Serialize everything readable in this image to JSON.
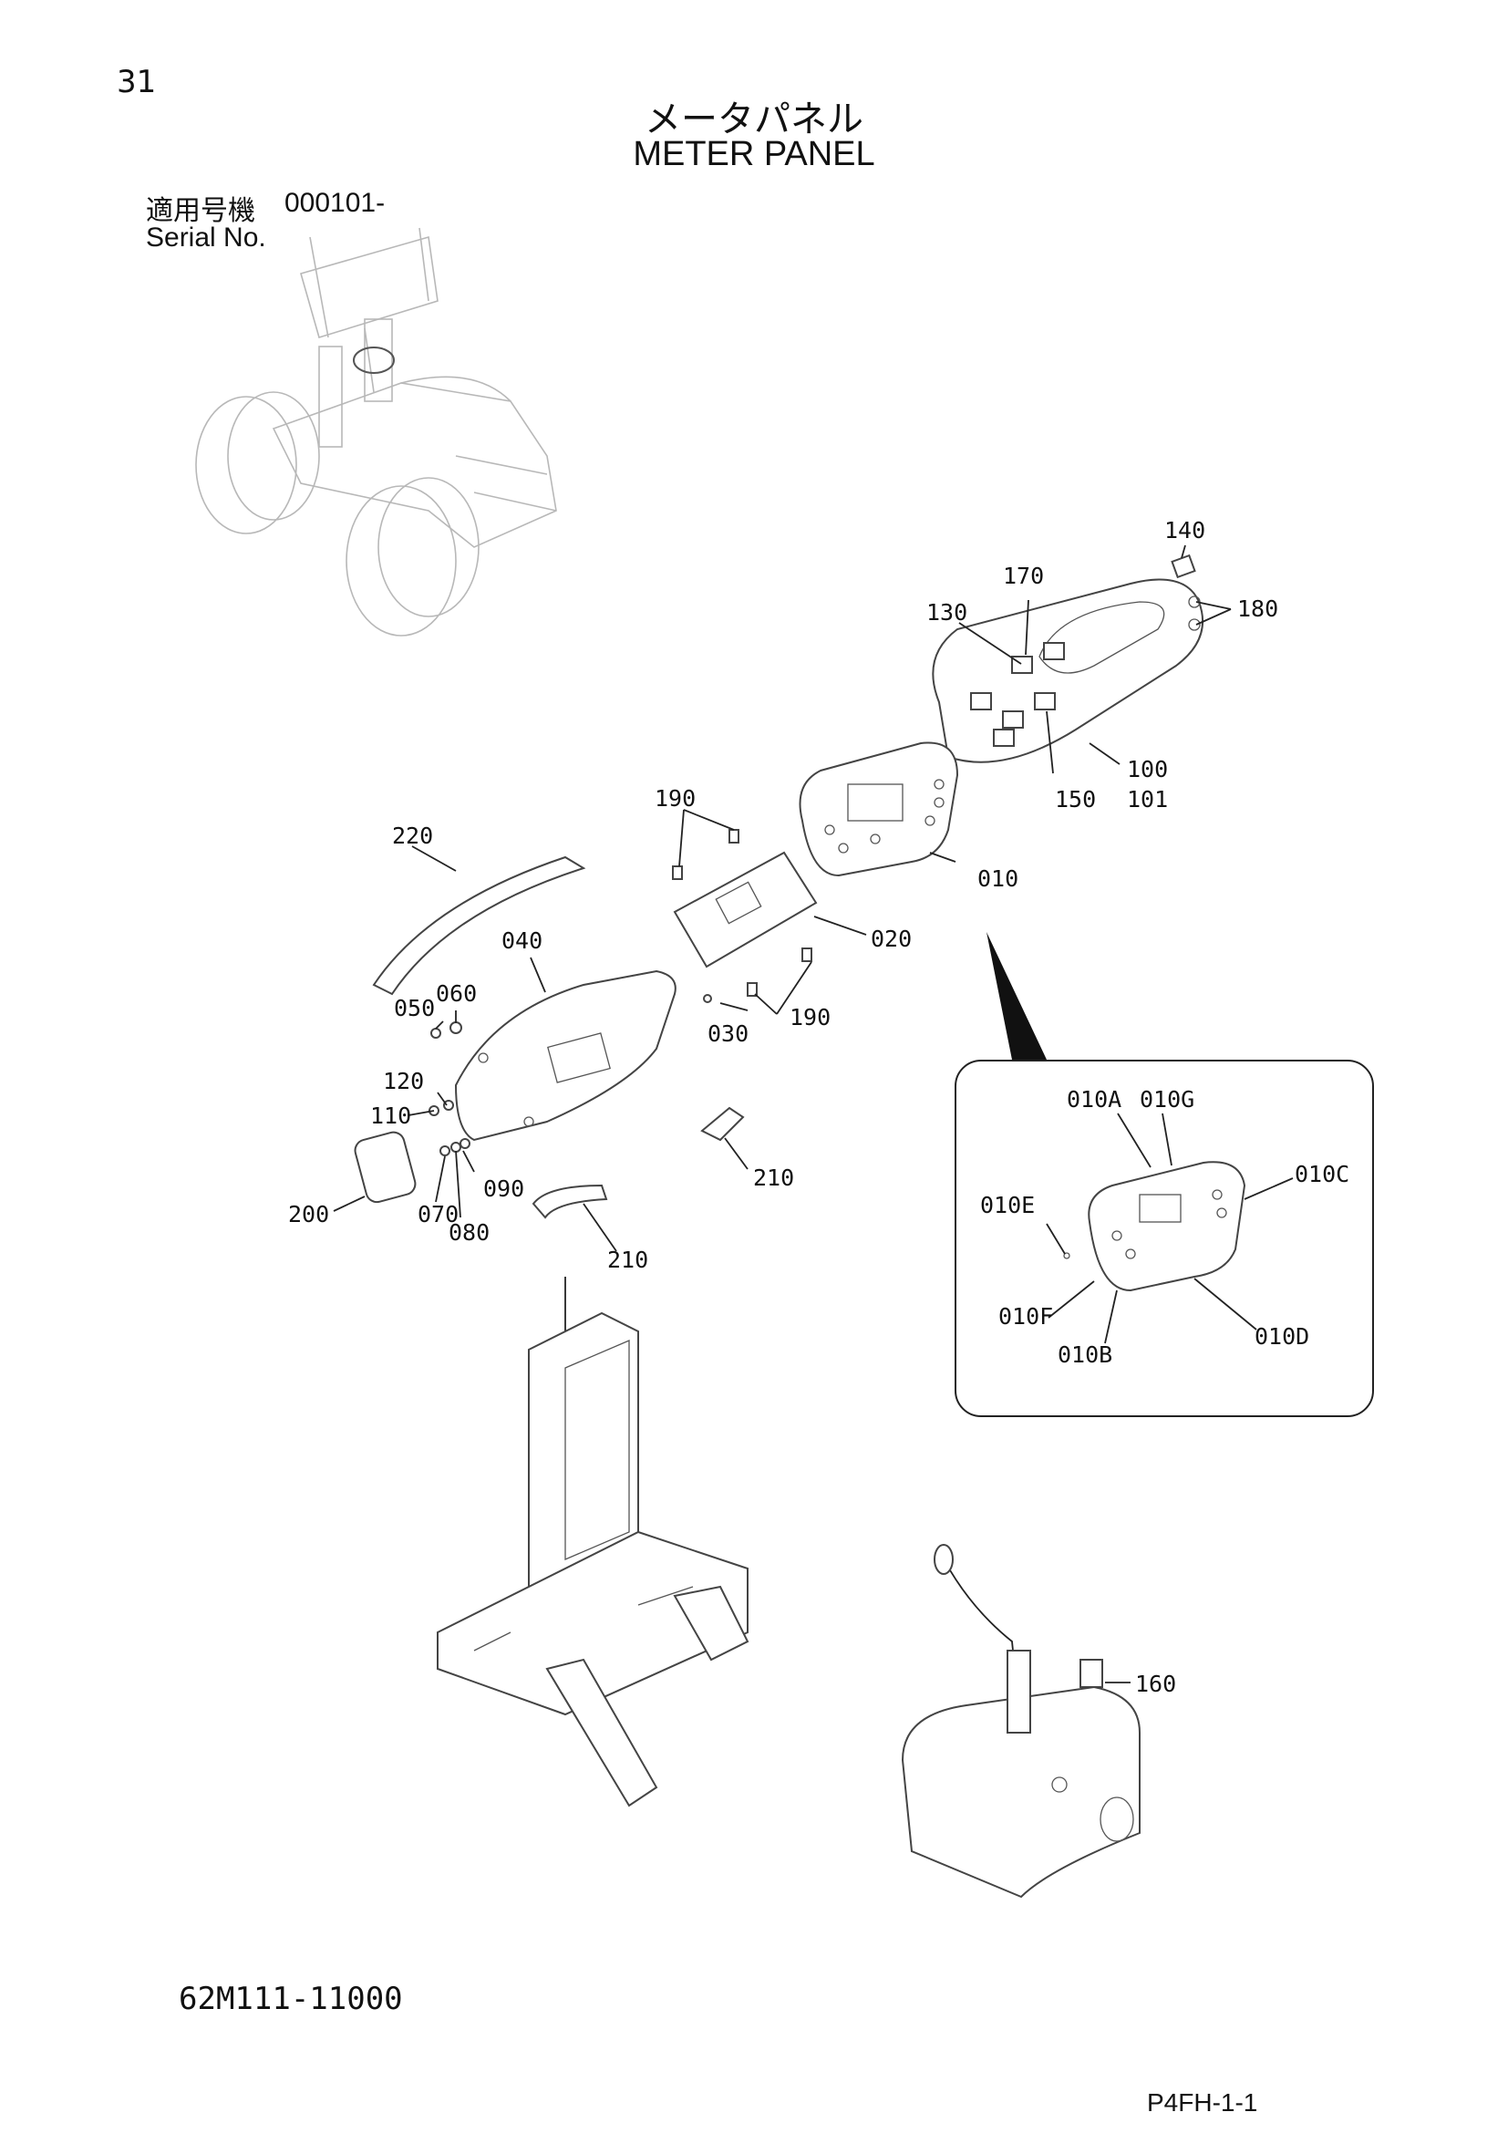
{
  "page_number": "31",
  "title_jp": "メータパネル",
  "title_en": "METER PANEL",
  "serial": {
    "label_jp": "適用号機",
    "value": "000101-",
    "label_en": "Serial No."
  },
  "callouts": {
    "c140": "140",
    "c170": "170",
    "c130": "130",
    "c180": "180",
    "c100": "100",
    "c101": "101",
    "c150": "150",
    "c190a": "190",
    "c220": "220",
    "c010": "010",
    "c020": "020",
    "c040": "040",
    "c060": "060",
    "c050": "050",
    "c030": "030",
    "c190b": "190",
    "c120": "120",
    "c110": "110",
    "c090": "090",
    "c210a": "210",
    "c200": "200",
    "c070": "070",
    "c080": "080",
    "c210b": "210",
    "c160": "160",
    "d010A": "010A",
    "d010G": "010G",
    "d010C": "010C",
    "d010E": "010E",
    "d010F": "010F",
    "d010B": "010B",
    "d010D": "010D"
  },
  "drawing_number": "62M111-11000",
  "page_code": "P4FH-1-1"
}
